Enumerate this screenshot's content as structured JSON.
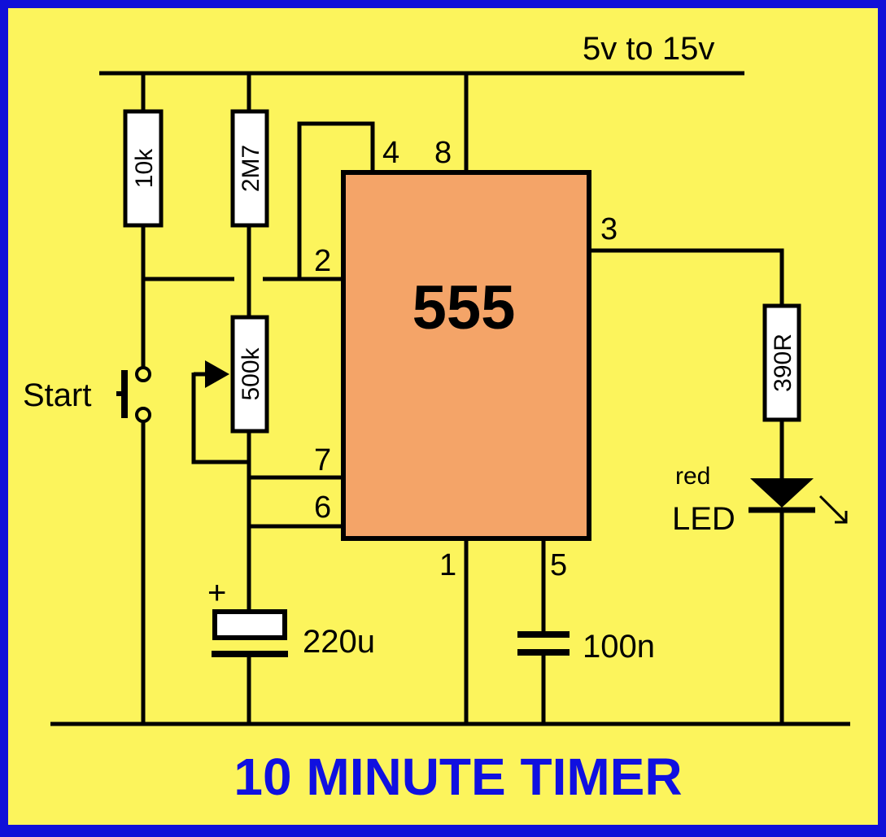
{
  "colors": {
    "background": "#fcf45c",
    "border": "#1010d8",
    "chip_fill": "#f4a468",
    "title": "#1010e0",
    "ink": "#000000",
    "resistor_fill": "#ffffff"
  },
  "supply_label": "5v to 15v",
  "chip": {
    "label": "555",
    "pins": {
      "p1": "1",
      "p2": "2",
      "p3": "3",
      "p4": "4",
      "p5": "5",
      "p6": "6",
      "p7": "7",
      "p8": "8"
    }
  },
  "components": {
    "r1": "10k",
    "r2": "2M7",
    "pot": "500k",
    "r_led": "390R",
    "c_timing": "220u",
    "c_control": "100n",
    "c_timing_polarity": "+",
    "switch": "Start",
    "led_line1": "red",
    "led_line2": "LED"
  },
  "title": "10 MINUTE TIMER"
}
